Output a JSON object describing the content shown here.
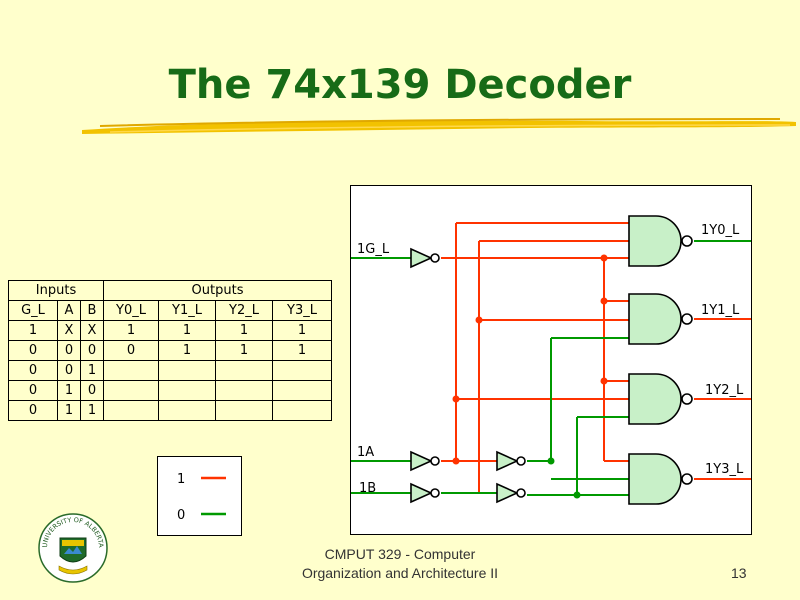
{
  "slide": {
    "title": "The 74x139 Decoder",
    "footer_line1": "CMPUT 329 - Computer",
    "footer_line2": "Organization and Architecture II",
    "page_number": "13"
  },
  "truth_table": {
    "group_inputs": "Inputs",
    "group_outputs": "Outputs",
    "headers": [
      "G_L",
      "A",
      "B",
      "Y0_L",
      "Y1_L",
      "Y2_L",
      "Y3_L"
    ],
    "rows": [
      [
        "1",
        "X",
        "X",
        "1",
        "1",
        "1",
        "1"
      ],
      [
        "0",
        "0",
        "0",
        "0",
        "1",
        "1",
        "1"
      ],
      [
        "0",
        "0",
        "1",
        "",
        "",
        "",
        ""
      ],
      [
        "0",
        "1",
        "0",
        "",
        "",
        "",
        ""
      ],
      [
        "0",
        "1",
        "1",
        "",
        "",
        "",
        ""
      ]
    ]
  },
  "circuit": {
    "inputs": [
      "1G_L",
      "1A",
      "1B"
    ],
    "outputs": [
      "1Y0_L",
      "1Y1_L",
      "1Y2_L",
      "1Y3_L"
    ]
  },
  "legend": {
    "items": [
      {
        "label": "1",
        "color": "#ff3300"
      },
      {
        "label": "0",
        "color": "#009900"
      }
    ]
  },
  "colors": {
    "title": "#176b17",
    "background": "#ffffcc",
    "logic_high": "#ff3300",
    "logic_low": "#009900"
  },
  "logo": {
    "text": "UNIVERSITY OF ALBERTA"
  }
}
